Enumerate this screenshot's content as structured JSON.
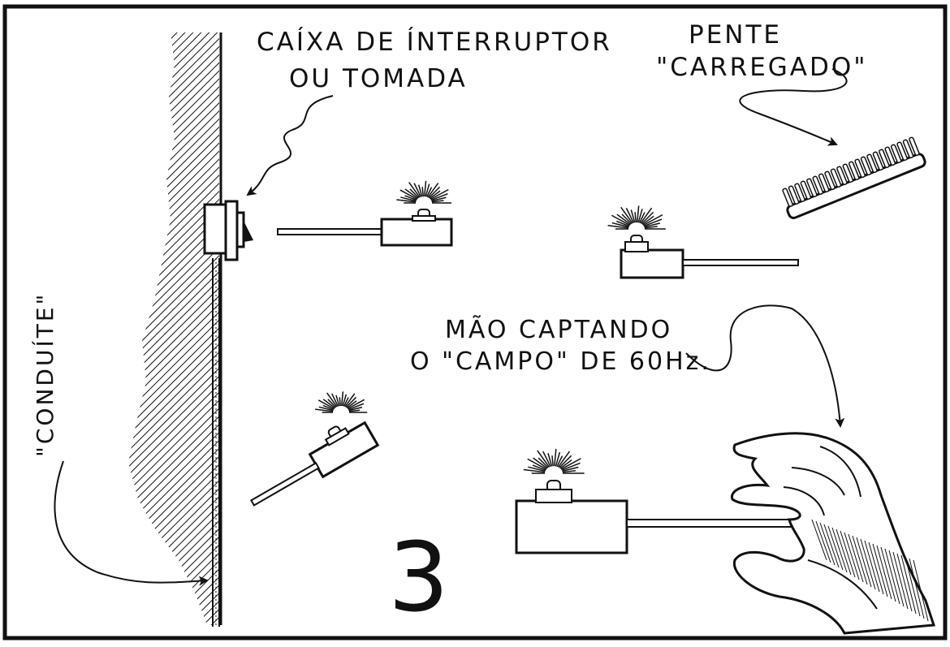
{
  "figure_number": "3",
  "labels": {
    "switch_box_line1": "CAÍXA DE ÍNTERRUPTOR",
    "switch_box_line2": "OU TOMADA",
    "comb_line1": "PENTE",
    "comb_line2": "\"CARREGADO\"",
    "hand_line1": "MÃO CAPTANDO",
    "hand_line2": "O \"CAMPO\" DE 60Hz.",
    "conduit": "\"CONDUÍTE\""
  },
  "colors": {
    "ink": "#111111",
    "paper": "#ffffff"
  },
  "icons": [
    "wall-hatch",
    "switch-box",
    "conduit-pipe",
    "neon-probe",
    "glow-rays",
    "comb",
    "hand",
    "curved-arrow"
  ]
}
